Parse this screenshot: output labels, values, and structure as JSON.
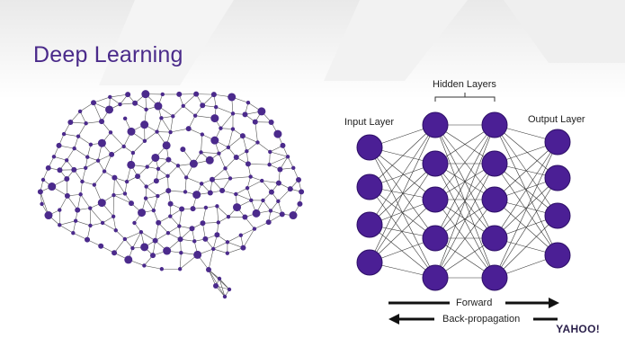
{
  "slide": {
    "title": "Deep Learning",
    "brand": "YAHOO!"
  },
  "network": {
    "hidden_label": "Hidden Layers",
    "input_label": "Input Layer",
    "output_label": "Output Layer",
    "forward_label": "Forward",
    "back_label": "Back-propagation",
    "node_color": "#4b1f95",
    "edge_color": "#333333"
  },
  "brain": {
    "node_color": "#4b2a8c"
  }
}
